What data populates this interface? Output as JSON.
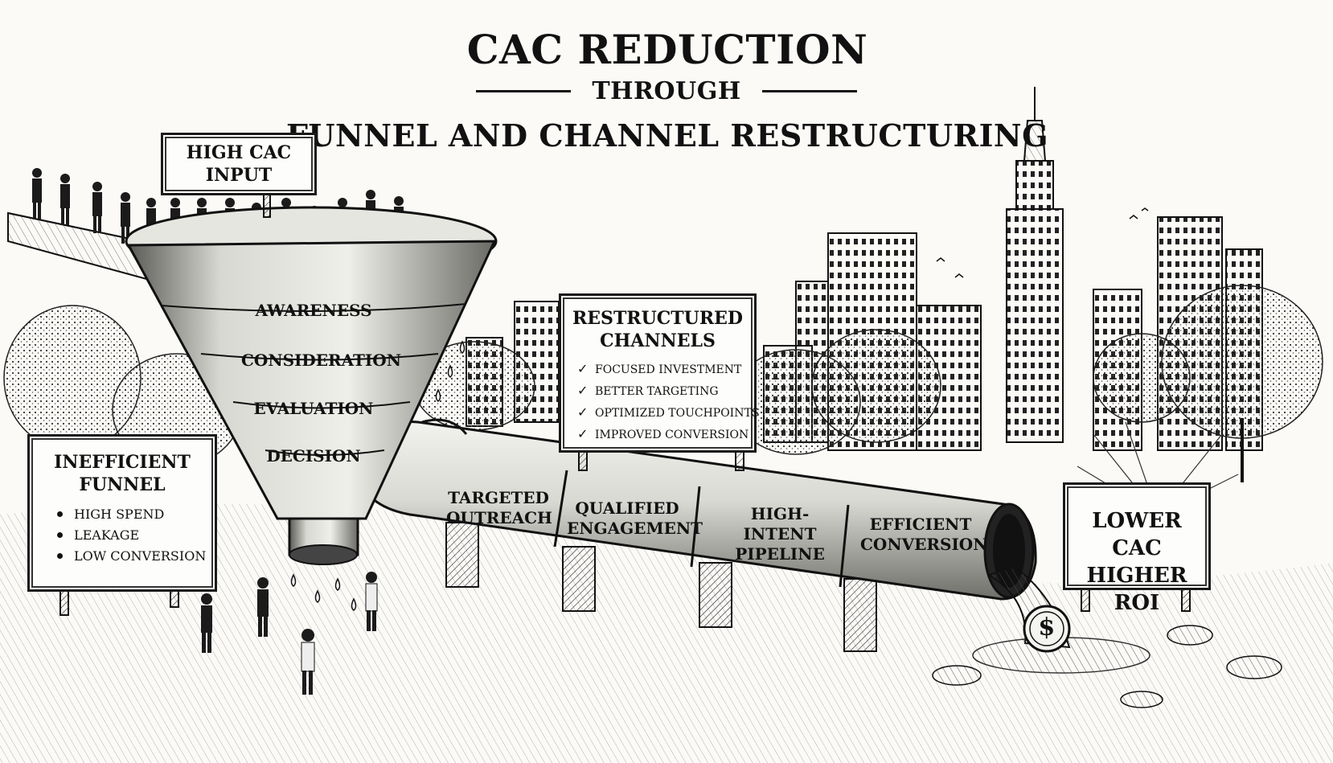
{
  "title": {
    "main": "CAC REDUCTION",
    "connector": "THROUGH",
    "subtitle": "FUNNEL AND CHANNEL RESTRUCTURING"
  },
  "input_sign": {
    "line1": "HIGH CAC",
    "line2": "INPUT"
  },
  "funnel_stages": [
    "AWARENESS",
    "CONSIDERATION",
    "EVALUATION",
    "DECISION"
  ],
  "inefficient_sign": {
    "line1": "INEFFICIENT",
    "line2": "FUNNEL",
    "items": [
      "HIGH SPEND",
      "LEAKAGE",
      "LOW CONVERSION"
    ]
  },
  "channels_sign": {
    "line1": "RESTRUCTURED",
    "line2": "CHANNELS",
    "check_icon": "check-icon",
    "items": [
      "FOCUSED INVESTMENT",
      "BETTER TARGETING",
      "OPTIMIZED TOUCHPOINTS",
      "IMPROVED CONVERSION"
    ]
  },
  "pipe_segments": [
    {
      "line1": "TARGETED",
      "line2": "OUTREACH"
    },
    {
      "line1": "QUALIFIED",
      "line2": "ENGAGEMENT"
    },
    {
      "line1": "HIGH-INTENT",
      "line2": "PIPELINE"
    },
    {
      "line1": "EFFICIENT",
      "line2": "CONVERSION"
    }
  ],
  "result_sign": {
    "line1": "LOWER CAC",
    "line2": "HIGHER ROI"
  },
  "coin": {
    "symbol": "$"
  },
  "colors": {
    "ink": "#111111",
    "paper": "#fbfaf7"
  }
}
